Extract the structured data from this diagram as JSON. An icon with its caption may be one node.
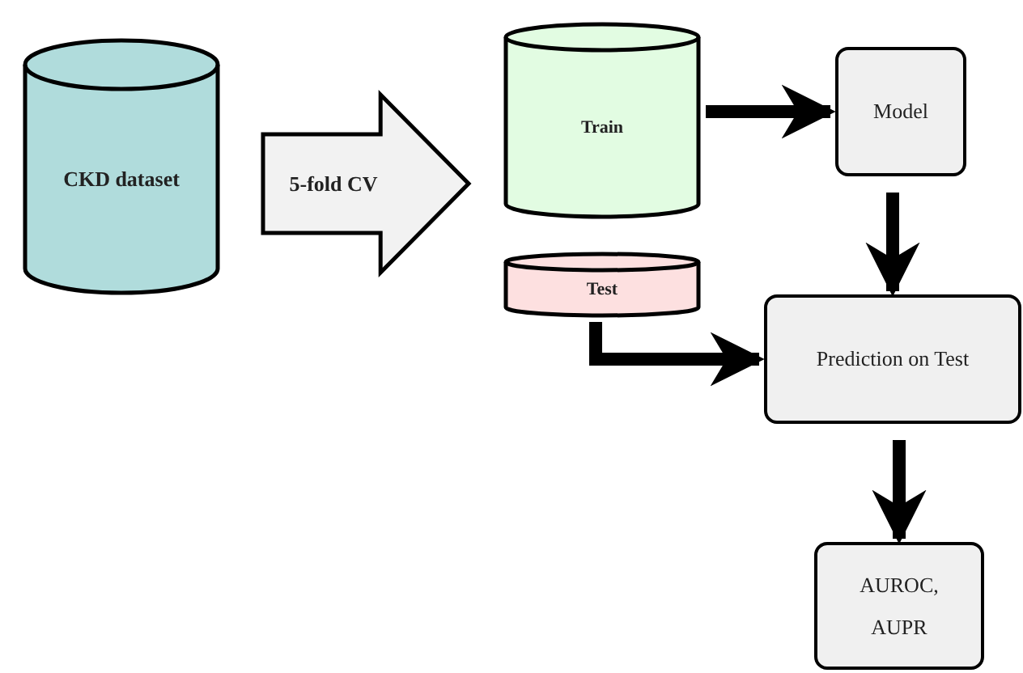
{
  "diagram": {
    "nodes": [
      {
        "text": [
          "CKD dataset"
        ]
      },
      {
        "text": [
          "5-fold CV"
        ]
      },
      {
        "text": [
          "Train"
        ]
      },
      {
        "text": [
          "Test"
        ]
      },
      {
        "text": [
          "Model"
        ]
      },
      {
        "text": [
          "Prediction on Test"
        ]
      },
      {
        "text": [
          "AUROC, AUPR"
        ]
      }
    ],
    "edges": [
      {
        "from": 2,
        "to": 4,
        "arrow": "to"
      },
      {
        "from": 4,
        "to": 5,
        "arrow": "to"
      },
      {
        "from": 3,
        "to": 5,
        "arrow": "to"
      },
      {
        "from": 5,
        "to": 6,
        "arrow": "to"
      }
    ]
  }
}
